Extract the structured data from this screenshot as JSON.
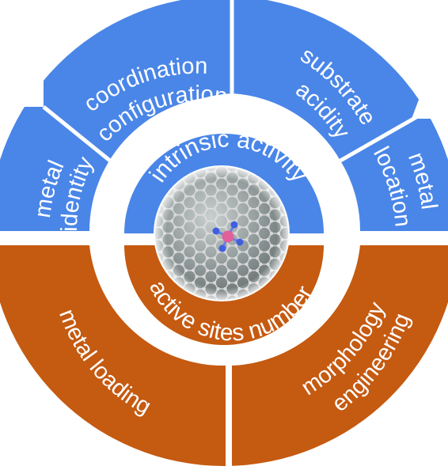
{
  "colors": {
    "blue": "#4A86E8",
    "orange": "#C55A11",
    "divider": "#ffffff",
    "text": "#ffffff",
    "graphene_bg": "#9aa3a3",
    "carbon_atom": "#d7d7d7",
    "nitrogen_atom": "#3f5fe0",
    "metal_atom": "#e0609a"
  },
  "outer_ring": {
    "segments": [
      {
        "id": "coordination-configuration",
        "color": "blue",
        "lines": [
          "coordination",
          "configuration"
        ]
      },
      {
        "id": "substrate-acidity",
        "color": "blue",
        "lines": [
          "substrate",
          "acidity"
        ]
      },
      {
        "id": "metal-location",
        "color": "blue",
        "lines": [
          "metal",
          "location"
        ]
      },
      {
        "id": "metal-identity",
        "color": "blue",
        "lines": [
          "metal",
          "identity"
        ]
      },
      {
        "id": "metal-loading",
        "color": "orange",
        "lines": [
          "metal loading"
        ]
      },
      {
        "id": "morphology-engineering",
        "color": "orange",
        "lines": [
          "morphology",
          "engineering"
        ]
      }
    ]
  },
  "inner_ring": {
    "top": {
      "label": "intrinsic activity",
      "color": "blue"
    },
    "bottom": {
      "label": "active sites number",
      "color": "orange"
    }
  },
  "center": {
    "icon": "graphene-single-atom-catalyst-icon"
  }
}
